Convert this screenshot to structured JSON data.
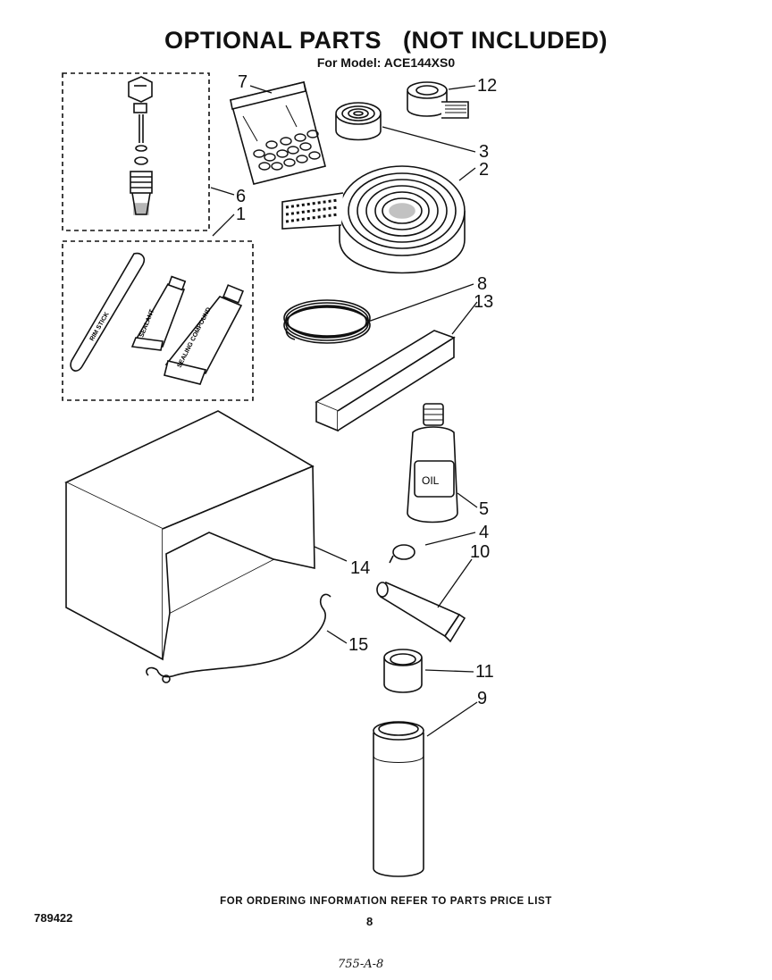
{
  "header": {
    "title": "OPTIONAL PARTS   (NOT INCLUDED)",
    "subtitle": "For Model: ACE144XS0"
  },
  "callouts": [
    "7",
    "12",
    "3",
    "2",
    "6",
    "1",
    "8",
    "13",
    "5",
    "4",
    "10",
    "14",
    "15",
    "11",
    "9"
  ],
  "labels": {
    "oil": "OIL",
    "stick": "RIM STICK",
    "tube_small": "SEALANT",
    "tube_large": "SEALING COMPOUND"
  },
  "footer": {
    "note": "FOR ORDERING INFORMATION REFER TO PARTS PRICE LIST",
    "doc_number": "789422",
    "page_number": "8",
    "handwritten": "755-A-8"
  }
}
